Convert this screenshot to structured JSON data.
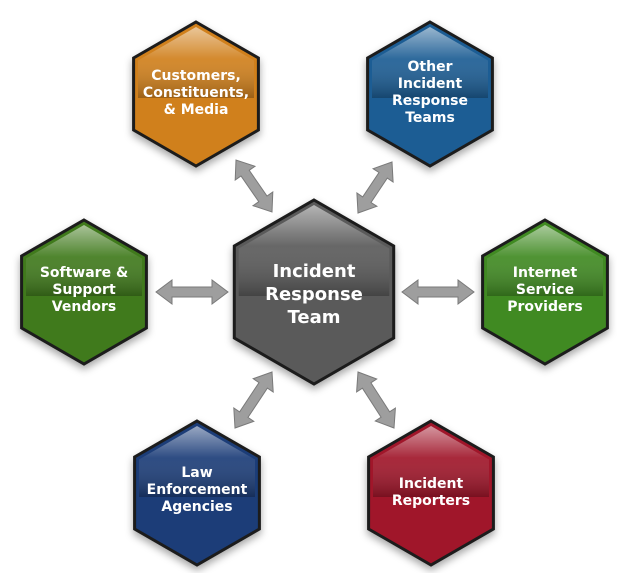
{
  "center": {
    "lines": [
      "Incident",
      "Response",
      "Team"
    ],
    "color": "#5a5a5a"
  },
  "nodes": [
    {
      "id": "customers",
      "lines": [
        "Customers,",
        "Constituents,",
        "& Media"
      ],
      "color": "#d0801a"
    },
    {
      "id": "other-teams",
      "lines": [
        "Other",
        "Incident",
        "Response",
        "Teams"
      ],
      "color": "#1f5d94"
    },
    {
      "id": "software-vendors",
      "lines": [
        "Software &",
        "Support",
        "Vendors"
      ],
      "color": "#3f7a1f"
    },
    {
      "id": "isp",
      "lines": [
        "Internet",
        "Service",
        "Providers"
      ],
      "color": "#3f8a22"
    },
    {
      "id": "law-enforcement",
      "lines": [
        "Law",
        "Enforcement",
        "Agencies"
      ],
      "color": "#1a3d78"
    },
    {
      "id": "reporters",
      "lines": [
        "Incident",
        "Reporters"
      ],
      "color": "#a0182a"
    }
  ],
  "arrow_color": "#9e9e9e"
}
